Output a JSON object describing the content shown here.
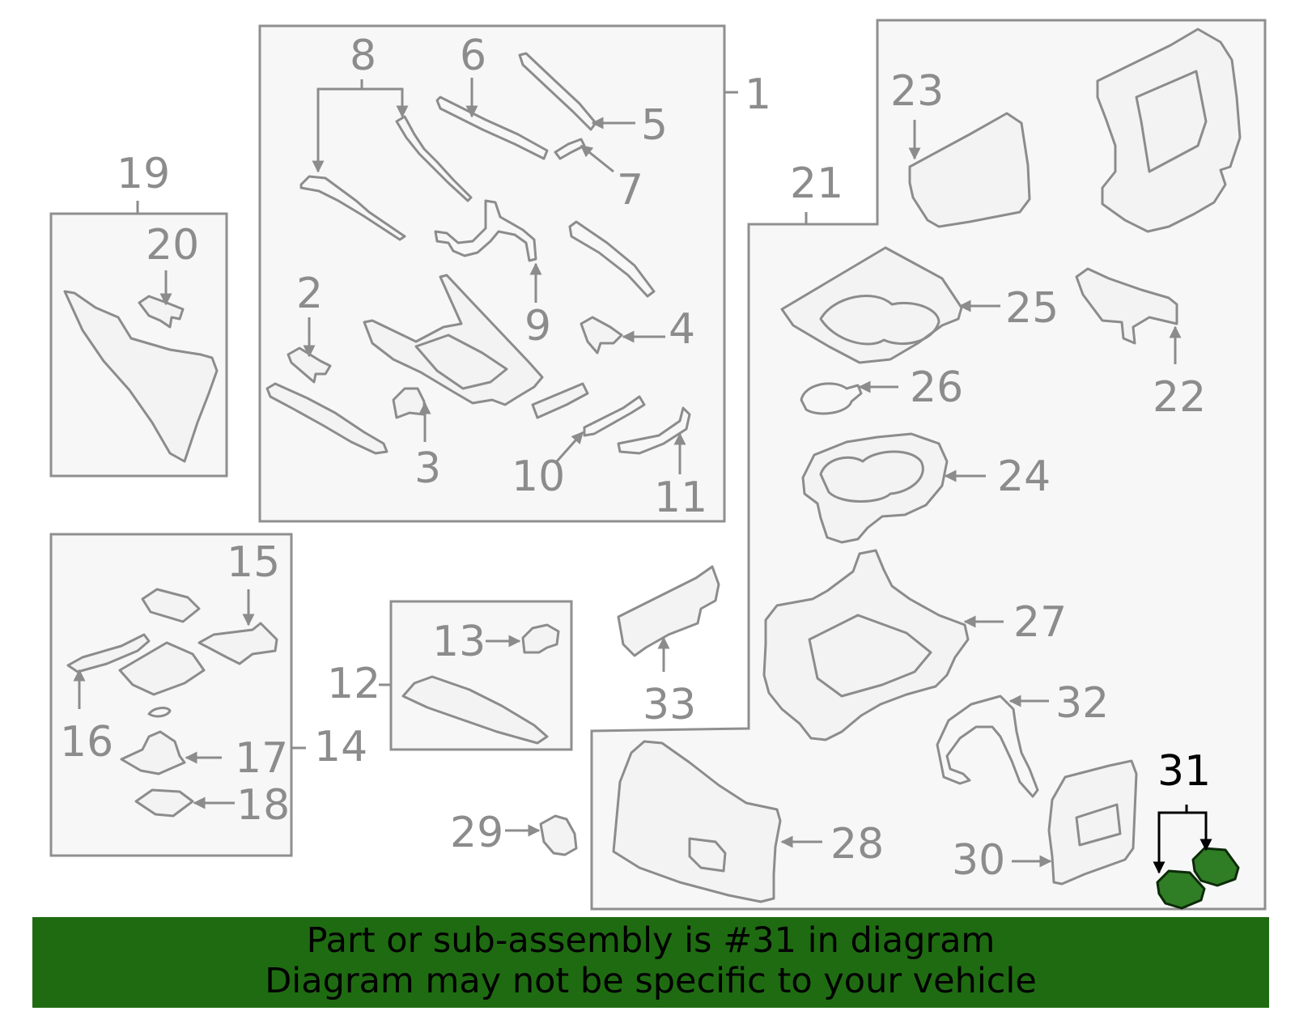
{
  "highlight_color": "#1f6b12",
  "highlighted_callout": "31",
  "callouts": {
    "c1": "1",
    "c2": "2",
    "c3": "3",
    "c4": "4",
    "c5": "5",
    "c6": "6",
    "c7": "7",
    "c8": "8",
    "c9": "9",
    "c10": "10",
    "c11": "11",
    "c12": "12",
    "c13": "13",
    "c14": "14",
    "c15": "15",
    "c16": "16",
    "c17": "17",
    "c18": "18",
    "c19": "19",
    "c20": "20",
    "c21": "21",
    "c22": "22",
    "c23": "23",
    "c24": "24",
    "c25": "25",
    "c26": "26",
    "c27": "27",
    "c28": "28",
    "c29": "29",
    "c30": "30",
    "c31": "31",
    "c32": "32",
    "c33": "33"
  },
  "banner": {
    "line1": "Part or sub-assembly is #31 in diagram",
    "line2": "Diagram may not be specific to your vehicle"
  }
}
